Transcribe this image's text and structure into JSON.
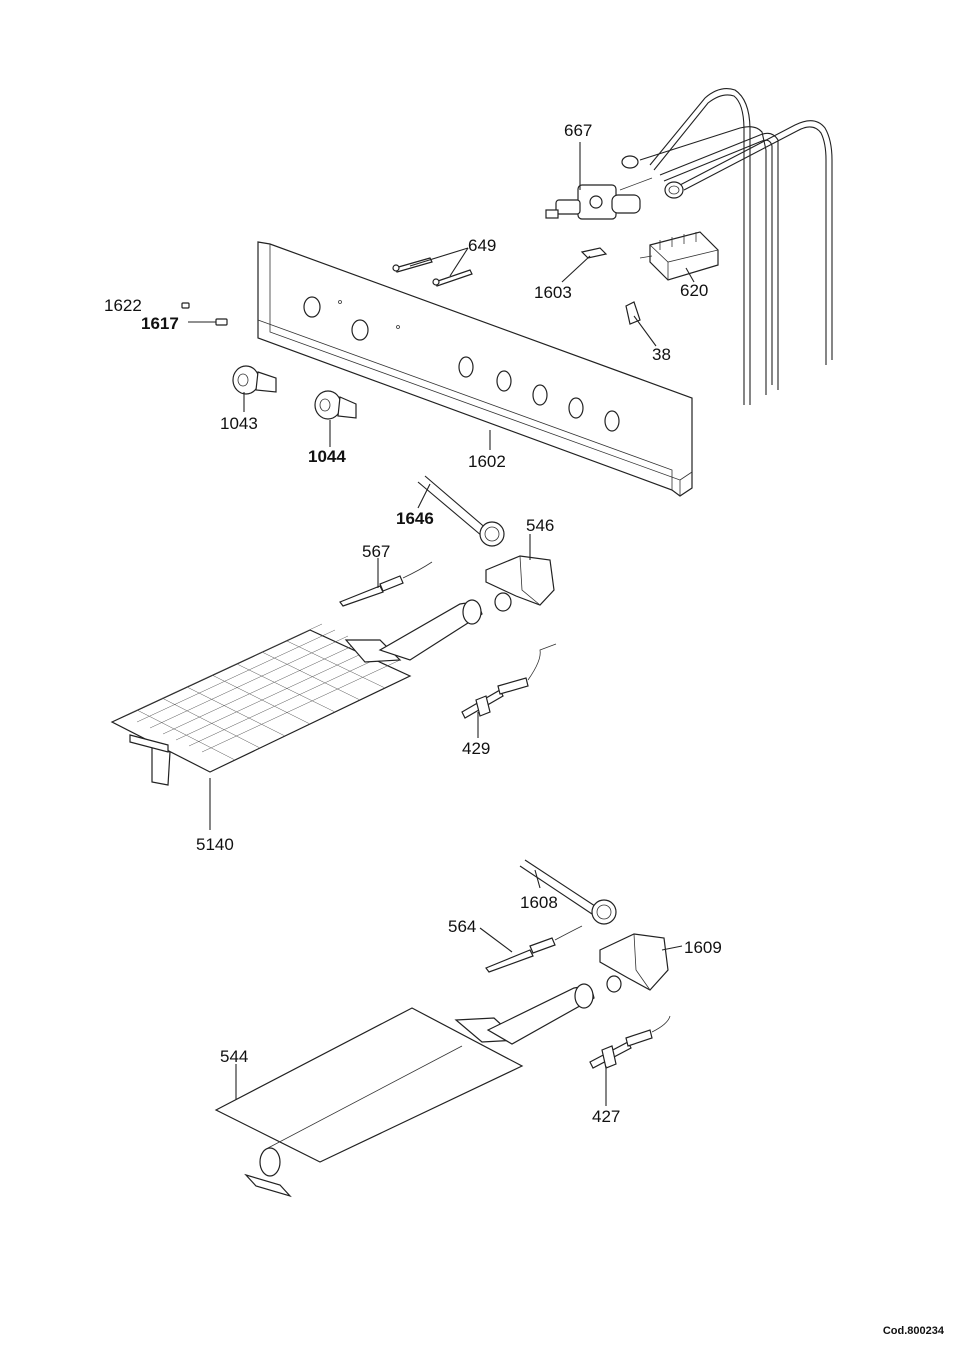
{
  "labels": {
    "p667": "667",
    "p649": "649",
    "p1603": "1603",
    "p620": "620",
    "p38": "38",
    "p1622": "1622",
    "p1617": "1617",
    "p1043": "1043",
    "p1044": "1044",
    "p1602": "1602",
    "p1646": "1646",
    "p546": "546",
    "p567": "567",
    "p429": "429",
    "p5140": "5140",
    "p1608": "1608",
    "p564": "564",
    "p1609": "1609",
    "p544": "544",
    "p427": "427"
  },
  "footer": {
    "code": "Cod.800234"
  }
}
